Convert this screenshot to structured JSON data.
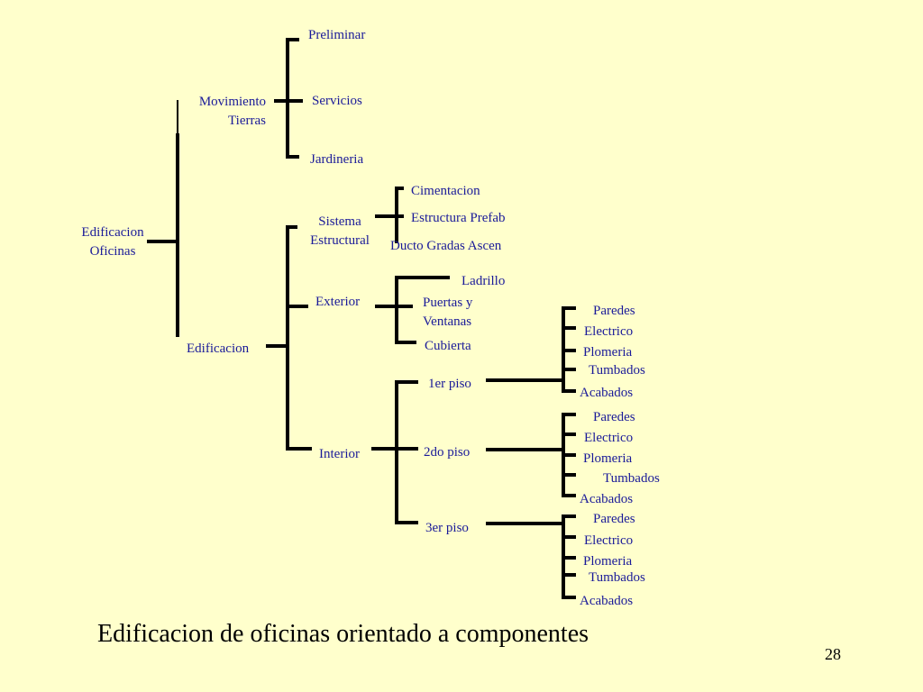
{
  "colors": {
    "background": "#FFFFCC",
    "lines": "#000000",
    "text": "#1A1A99"
  },
  "tree": {
    "root": "Edificacion\nOficinas",
    "movimiento_tierras": {
      "label": "Movimiento\nTierras",
      "children": [
        "Preliminar",
        "Servicios",
        "Jardineria"
      ]
    },
    "edificacion": {
      "label": "Edificacion",
      "sistema_estructural": {
        "label": "Sistema\nEstructural",
        "children": [
          "Cimentacion",
          "Estructura Prefab",
          "Ducto Gradas Ascen"
        ]
      },
      "exterior": {
        "label": "Exterior",
        "children": [
          "Ladrillo",
          "Puertas y\nVentanas",
          "Cubierta"
        ]
      },
      "interior": {
        "label": "Interior",
        "floors": [
          {
            "label": "1er piso",
            "items": [
              "Paredes",
              "Electrico",
              "Plomeria",
              "Tumbados",
              "Acabados"
            ]
          },
          {
            "label": "2do piso",
            "items": [
              "Paredes",
              "Electrico",
              "Plomeria",
              "Tumbados",
              "Acabados"
            ]
          },
          {
            "label": "3er piso",
            "items": [
              "Paredes",
              "Electrico",
              "Plomeria",
              "Tumbados",
              "Acabados"
            ]
          }
        ]
      }
    }
  },
  "caption": "Edificacion de oficinas orientado a componentes",
  "page_number": "28"
}
